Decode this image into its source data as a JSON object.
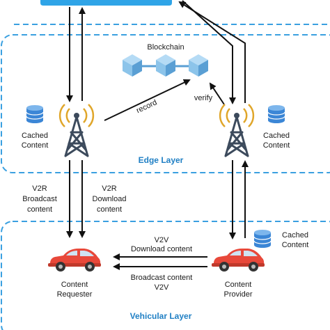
{
  "blockchain_label": "Blockchain",
  "record_label": "record",
  "verify_label": "verify",
  "edge_layer_label": "Edge Layer",
  "vehicular_layer_label": "Vehicular Layer",
  "left_cache": {
    "line1": "Cached",
    "line2": "Content"
  },
  "right_cache": {
    "line1": "Cached",
    "line2": "Content"
  },
  "provider_cache": {
    "line1": "Cached",
    "line2": "Content"
  },
  "v2r_broadcast": {
    "line1": "V2R",
    "line2": "Broadcast",
    "line3": "content"
  },
  "v2r_download": {
    "line1": "V2R",
    "line2": "Download",
    "line3": "content"
  },
  "v2v_download": {
    "line1": "V2V",
    "line2": "Download content"
  },
  "v2v_broadcast": {
    "line1": "Broadcast content",
    "line2": "V2V"
  },
  "requester": {
    "line1": "Content",
    "line2": "Requester"
  },
  "provider": {
    "line1": "Content",
    "line2": "Provider"
  },
  "colors": {
    "dashed_border": "#3aa0e0",
    "top_bar": "#2fa4e7",
    "cube": "#8cc4ea",
    "cube_dark": "#5a9fd4",
    "car": "#e8483a",
    "database": "#3b86d6",
    "tower": "#3c4a5c",
    "signal": "#e0a62a",
    "layer_label": "#1f7fc4"
  },
  "icons": [
    "cell-tower-icon",
    "database-icon",
    "car-icon",
    "blockchain-cube-icon"
  ]
}
